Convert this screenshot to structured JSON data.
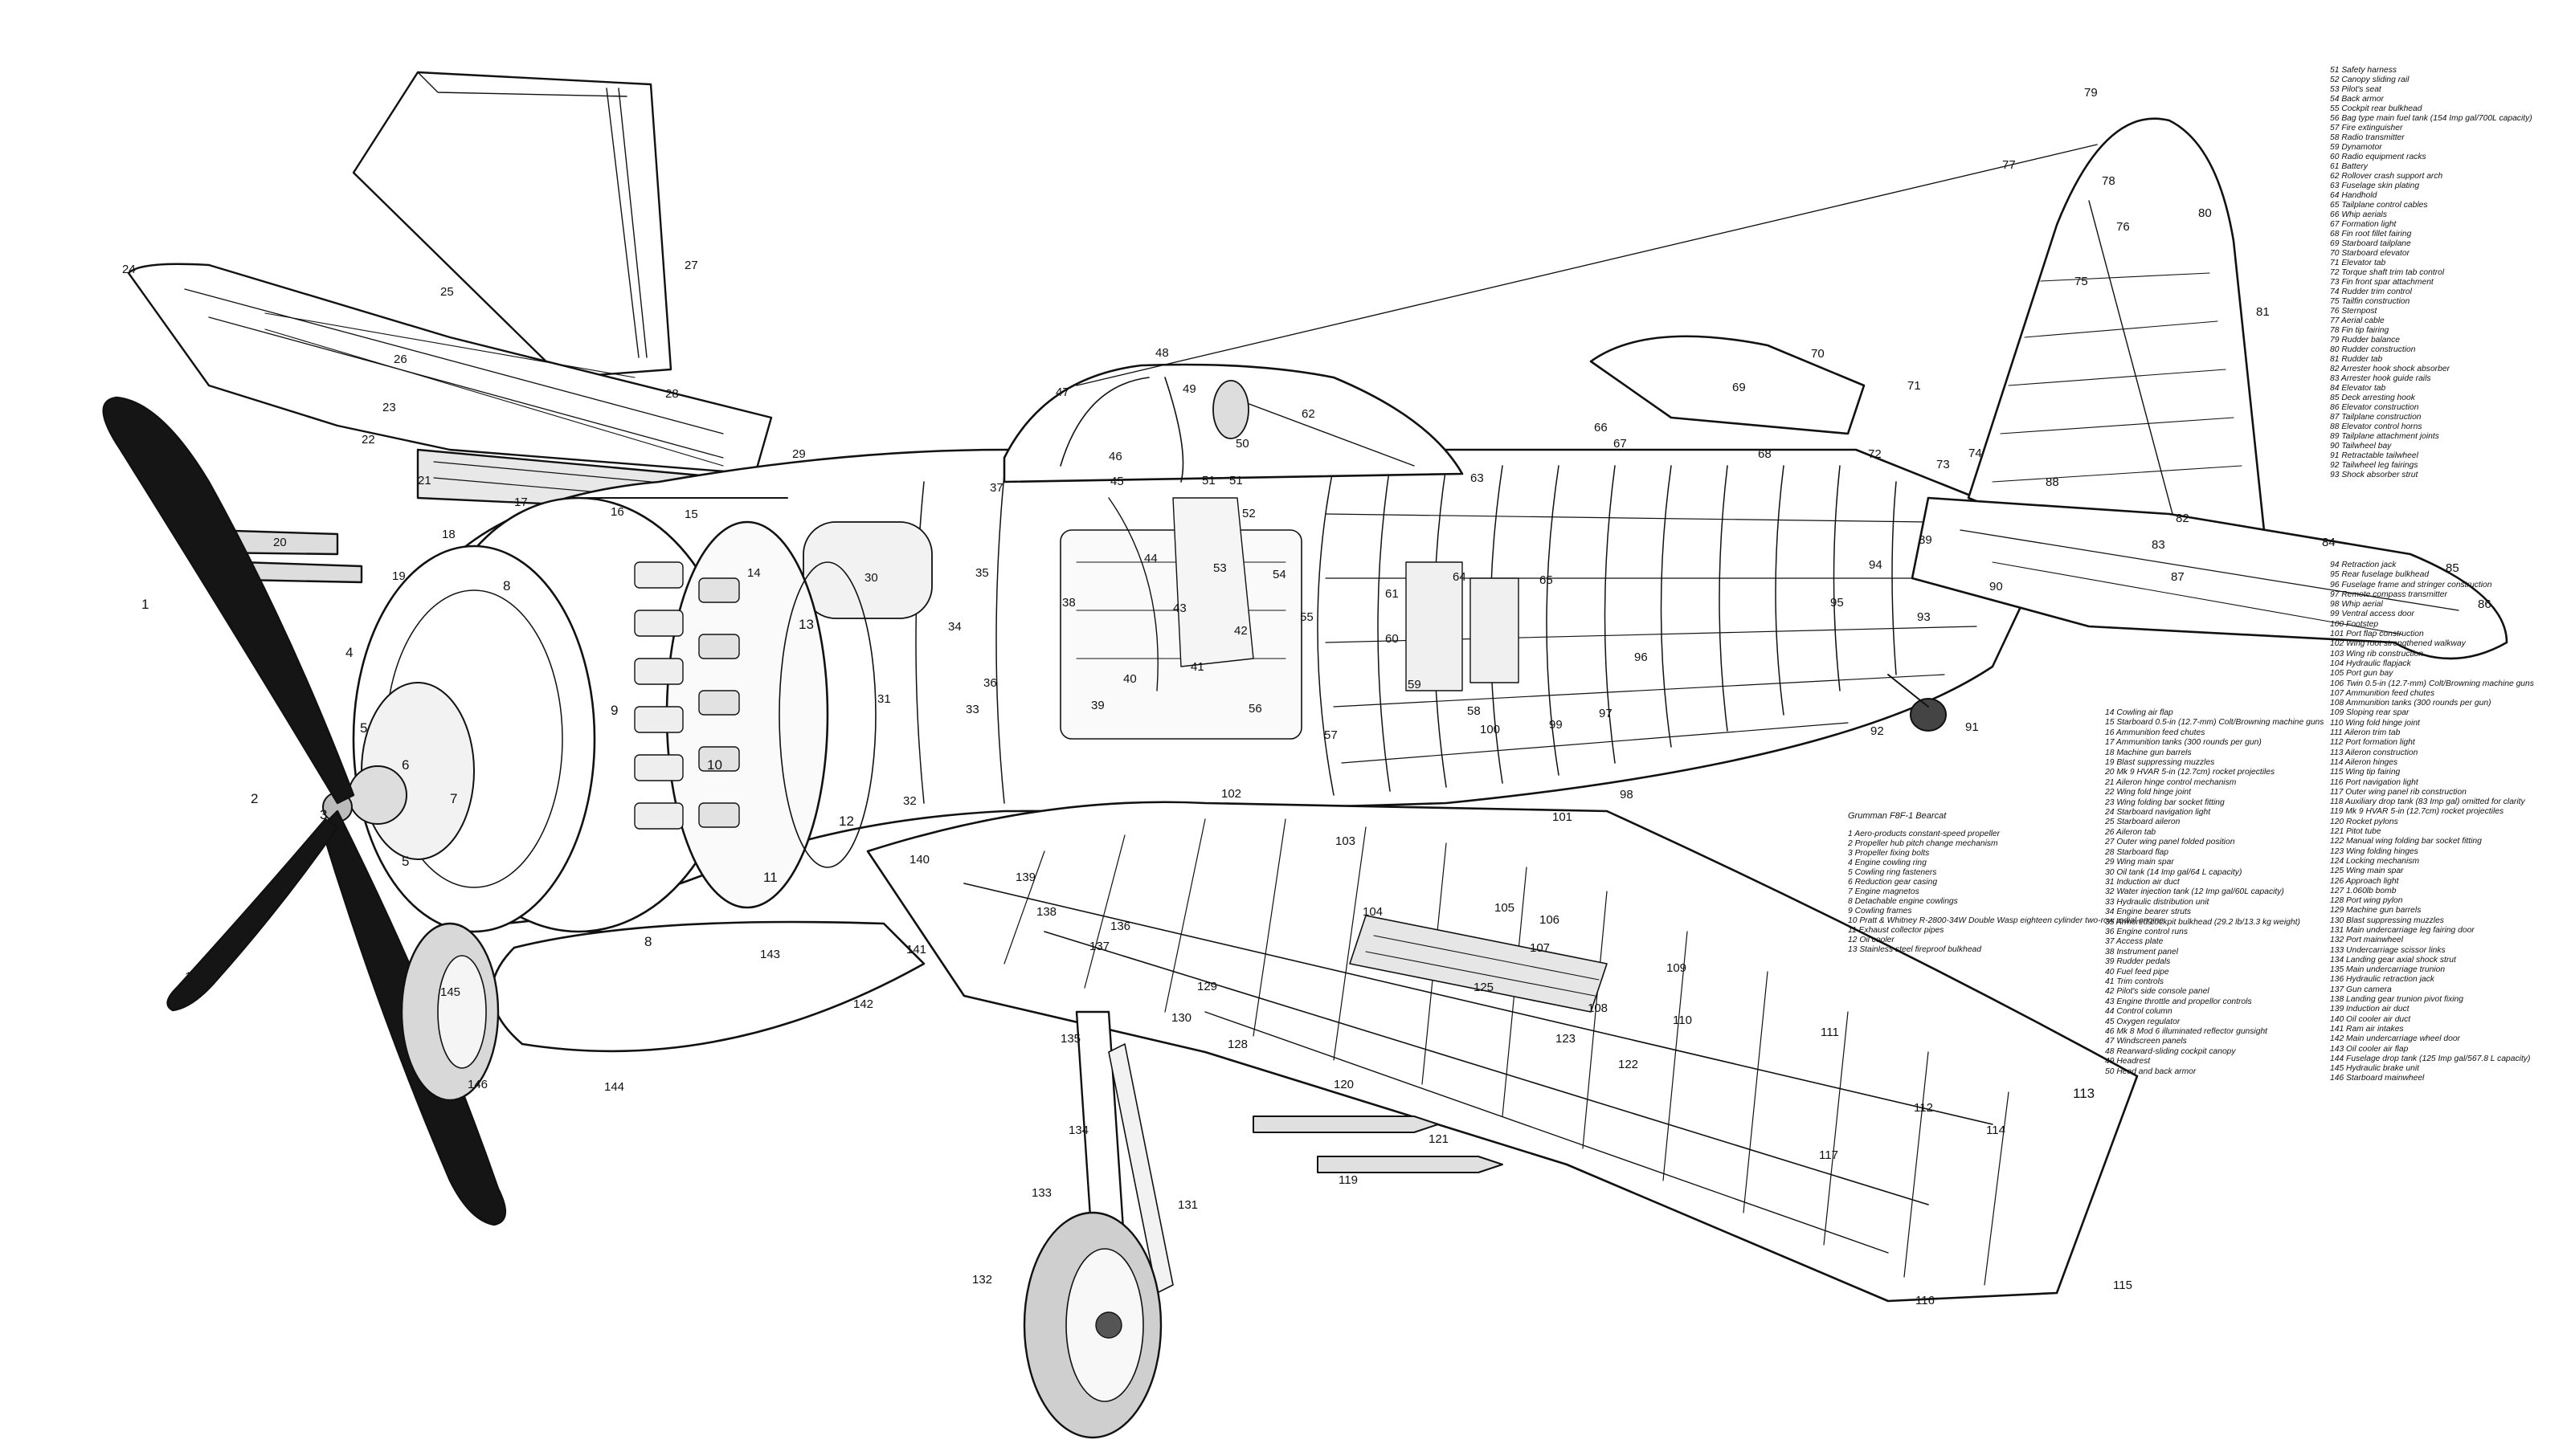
{
  "caption": "Grumman F8F-1 Bearcat",
  "legend_a": [
    "1 Aero-products constant-speed propeller",
    "2 Propeller hub pitch change mechanism",
    "3 Propeller fixing bolts",
    "4 Engine cowling ring",
    "5 Cowling ring fasteners",
    "6 Reduction gear casing",
    "7 Engine magnetos",
    "8 Detachable engine cowlings",
    "9 Cowling frames",
    "10 Pratt & Whitney R-2800-34W Double Wasp eighteen cylinder two-row radial engine",
    "11 Exhaust collector pipes",
    "12 Oil cooler",
    "13 Stainless steel fireproof bulkhead"
  ],
  "legend_b": [
    "14 Cowling air flap",
    "15 Starboard 0.5-in (12.7-mm) Colt/Browning machine guns",
    "16 Ammunition feed chutes",
    "17 Ammunition tanks (300 rounds per gun)",
    "18 Machine gun barrels",
    "19 Blast suppressing muzzles",
    "20 Mk 9 HVAR 5-in (12.7cm) rocket projectiles",
    "21 Aileron hinge control mechanism",
    "22 Wing fold hinge joint",
    "23 Wing folding bar socket fitting",
    "24 Starboard navigation light",
    "25 Starboard aileron",
    "26 Aileron tab",
    "27 Outer wing panel folded position",
    "28 Starboard flap",
    "29 Wing main spar",
    "30 Oil tank (14 Imp gal/64 L capacity)",
    "31 Induction air duct",
    "32 Water injection tank (12 Imp gal/60L capacity)",
    "33 Hydraulic distribution unit",
    "34 Engine bearer struts",
    "35 Armored cockpit bulkhead (29.2 lb/13.3 kg weight)",
    "36 Engine control runs",
    "37 Access plate",
    "38 Instrument panel",
    "39 Rudder pedals",
    "40 Fuel feed pipe",
    "41 Trim controls",
    "42 Pilot's side console panel",
    "43 Engine throttle and propellor controls",
    "44 Control column",
    "45 Oxygen regulator",
    "46 Mk 8 Mod 6 illuminated reflector gunsight",
    "47 Windscreen panels",
    "48 Rearward-sliding cockpit canopy",
    "49 Headrest",
    "50 Head and back armor"
  ],
  "legend_c": [
    "51 Safety harness",
    "52 Canopy sliding rail",
    "53 Pilot's seat",
    "54 Back armor",
    "55 Cockpit rear bulkhead",
    "56 Bag type main fuel tank (154 Imp gal/700L capacity)",
    "57 Fire extinguisher",
    "58 Radio transmitter",
    "59 Dynamotor",
    "60 Radio equipment racks",
    "61 Battery",
    "62 Rollover crash support arch",
    "63 Fuselage skin plating",
    "64 Handhold",
    "65 Tailplane control cables",
    "66 Whip aerials",
    "67 Formation light",
    "68 Fin root fillet fairing",
    "69 Starboard tailplane",
    "70 Starboard elevator",
    "71 Elevator tab",
    "72 Torque shaft trim tab control",
    "73 Fin front spar attachment",
    "74 Rudder trim control",
    "75 Tailfin construction",
    "76 Sternpost",
    "77 Aerial cable",
    "78 Fin tip fairing",
    "79 Rudder balance",
    "80 Rudder construction",
    "81 Rudder tab",
    "82 Arrester hook shock absorber",
    "83 Arrester hook guide rails",
    "84 Elevator tab",
    "85 Deck arresting hook",
    "86 Elevator construction",
    "87 Tailplane construction",
    "88 Elevator control horns",
    "89 Tailplane attachment joints",
    "90 Tailwheel bay",
    "91 Retractable tailwheel",
    "92 Tailwheel leg fairings",
    "93 Shock absorber strut"
  ],
  "legend_d": [
    "94 Retraction jack",
    "95 Rear fuselage bulkhead",
    "96 Fuselage frame and stringer construction",
    "97 Remote compass transmitter",
    "98 Whip aerial",
    "99 Ventral access door",
    "100 Footstep",
    "101 Port flap construction",
    "102 Wing root strengthened walkway",
    "103 Wing rib construction",
    "104 Hydraulic flapjack",
    "105 Port gun bay",
    "106 Twin 0.5-in (12.7-mm) Colt/Browning machine guns",
    "107 Ammunition feed chutes",
    "108 Ammunition tanks (300 rounds per gun)",
    "109 Sloping rear spar",
    "110 Wing fold hinge joint",
    "111 Aileron trim tab",
    "112 Port formation light",
    "113 Aileron construction",
    "114 Aileron hinges",
    "115 Wing tip fairing",
    "116 Port navigation light",
    "117 Outer wing panel rib construction",
    "118 Auxiliary drop tank (83 Imp gal) omitted for clarity",
    "119 Mk 9 HVAR 5-in (12.7cm) rocket projectiles",
    "120 Rocket pylons",
    "121 Pitot tube",
    "122 Manual wing folding bar socket fitting",
    "123 Wing folding hinges",
    "124 Locking mechanism",
    "125 Wing main spar",
    "126 Approach light",
    "127 1.060lb bomb",
    "128 Port wing pylon",
    "129 Machine gun barrels",
    "130 Blast suppressing muzzles",
    "131 Main undercarriage leg fairing door",
    "132 Port mainwheel",
    "133 Undercarriage scissor links",
    "134 Landing gear axial shock strut",
    "135 Main undercarriage trunion",
    "136 Hydraulic retraction jack",
    "137 Gun camera",
    "138 Landing gear trunion pivot fixing",
    "139 Induction air duct",
    "140 Oil cooler air duct",
    "141 Ram air intakes",
    "142 Main undercarriage wheel door",
    "143 Oil cooler air flap",
    "144 Fuselage drop tank (125 Imp gal/567.8 L capacity)",
    "145 Hydraulic brake unit",
    "146 Starboard mainwheel"
  ],
  "callouts": [
    "1",
    "1",
    "2",
    "3",
    "4",
    "5",
    "5",
    "6",
    "7",
    "8",
    "8",
    "9",
    "10",
    "11",
    "12",
    "13",
    "14",
    "15",
    "16",
    "17",
    "18",
    "19",
    "20",
    "21",
    "22",
    "23",
    "24",
    "25",
    "26",
    "27",
    "28",
    "29",
    "30",
    "31",
    "32",
    "33",
    "34",
    "35",
    "36",
    "37",
    "38",
    "39",
    "40",
    "41",
    "42",
    "43",
    "44",
    "45",
    "46",
    "47",
    "48",
    "49",
    "50",
    "51",
    "51",
    "52",
    "53",
    "54",
    "55",
    "56",
    "57",
    "58",
    "59",
    "60",
    "61",
    "62",
    "63",
    "64",
    "65",
    "66",
    "67",
    "68",
    "69",
    "70",
    "71",
    "72",
    "73",
    "74",
    "75",
    "76",
    "77",
    "78",
    "79",
    "80",
    "81",
    "82",
    "83",
    "84",
    "85",
    "86",
    "87",
    "88",
    "89",
    "90",
    "91",
    "92",
    "93",
    "94",
    "95",
    "96",
    "97",
    "98",
    "99",
    "100",
    "101",
    "102",
    "103",
    "104",
    "105",
    "106",
    "107",
    "108",
    "109",
    "110",
    "111",
    "112",
    "113",
    "114",
    "115",
    "116",
    "117",
    "119",
    "120",
    "121",
    "122",
    "123",
    "125",
    "128",
    "129",
    "130",
    "131",
    "132",
    "133",
    "134",
    "135",
    "136",
    "137",
    "138",
    "139",
    "140",
    "141",
    "142",
    "143",
    "144",
    "145",
    "146"
  ]
}
